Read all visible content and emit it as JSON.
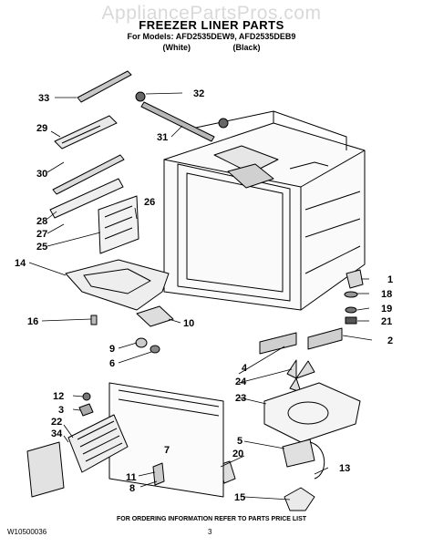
{
  "watermark": "AppliancePartsPros.com",
  "header": {
    "title": "FREEZER LINER PARTS",
    "models": "For Models: AFD2535DEW9, AFD2535DEB9",
    "variant_white": "(White)",
    "variant_black": "(Black)"
  },
  "callouts": {
    "c1": "1",
    "c2": "2",
    "c3": "3",
    "c4": "4",
    "c5": "5",
    "c6": "6",
    "c7": "7",
    "c8": "8",
    "c9": "9",
    "c10": "10",
    "c11": "11",
    "c12": "12",
    "c13": "13",
    "c14": "14",
    "c15": "15",
    "c16": "16",
    "c18": "18",
    "c19": "19",
    "c20": "20",
    "c21": "21",
    "c22": "22",
    "c23": "23",
    "c24": "24",
    "c25": "25",
    "c26": "26",
    "c27": "27",
    "c28": "28",
    "c29": "29",
    "c30": "30",
    "c31": "31",
    "c32": "32",
    "c33": "33",
    "c34": "34"
  },
  "footer": {
    "note": "FOR ORDERING INFORMATION REFER TO PARTS PRICE LIST",
    "doc_number": "W10500036",
    "page_number": "3"
  }
}
